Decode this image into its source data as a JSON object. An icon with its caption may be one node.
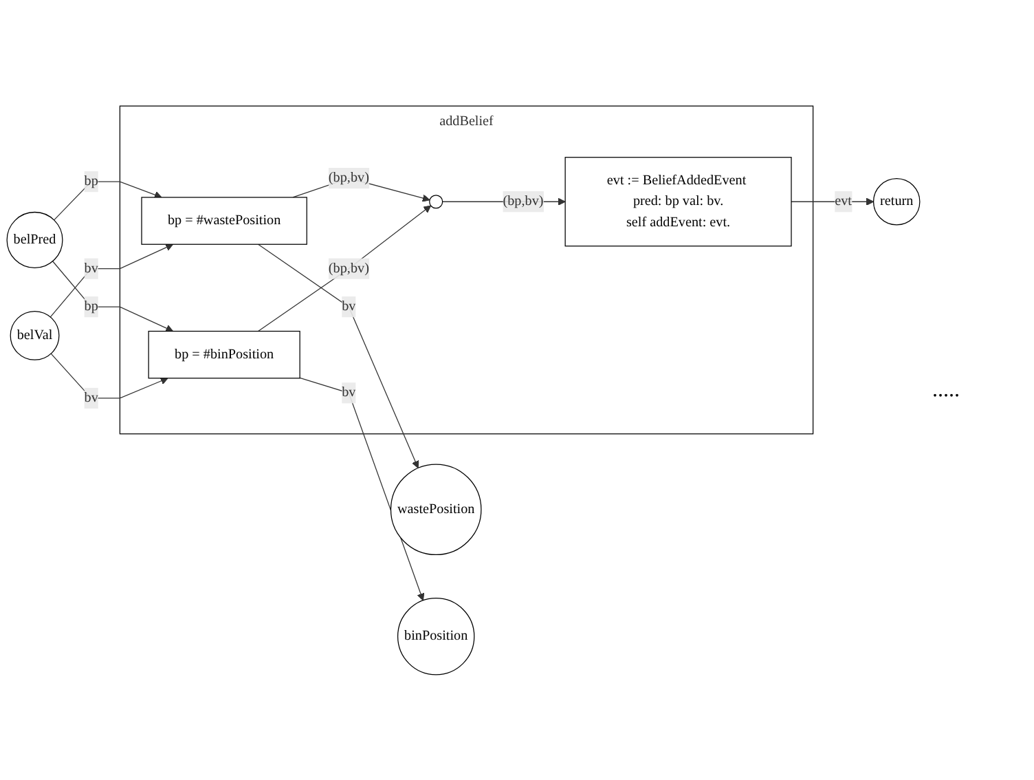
{
  "diagram": {
    "nodes": [
      {
        "text": [
          "addBelief"
        ]
      },
      {
        "text": [
          "belPred"
        ]
      },
      {
        "text": [
          "belVal"
        ]
      },
      {
        "text": [
          "wastePosition"
        ]
      },
      {
        "text": [
          "binPosition"
        ]
      },
      {
        "text": [
          "bp = #wastePosition"
        ],
        "in": 0
      },
      {
        "text": [
          "bp = #binPosition"
        ],
        "in": 0
      },
      {
        "text": [],
        "shape": "circle",
        "in": 0
      },
      {
        "text": [
          "evt := BeliefAddedEvent pred: bp val: bv.",
          "self addEvent: evt."
        ],
        "in": 0
      },
      {
        "text": [
          "return"
        ]
      }
    ],
    "edges": [
      {
        "from": 1,
        "to": 5,
        "arrow": "to",
        "label": "bp"
      },
      {
        "from": 2,
        "to": 5,
        "arrow": "to",
        "label": "bv"
      },
      {
        "from": 1,
        "to": 6,
        "arrow": "to",
        "label": "bp"
      },
      {
        "from": 2,
        "to": 6,
        "arrow": "to",
        "label": "bv"
      },
      {
        "from": 5,
        "to": 3,
        "arrow": "to",
        "label": "bv"
      },
      {
        "from": 6,
        "to": 4,
        "arrow": "to",
        "label": "bv"
      },
      {
        "from": 5,
        "to": 7,
        "arrow": "to",
        "label": "(bp,bv)"
      },
      {
        "from": 6,
        "to": 7,
        "arrow": "to",
        "label": "(bp,bv)"
      },
      {
        "from": 7,
        "to": 8,
        "arrow": "to",
        "label": "(bp,bv)"
      },
      {
        "from": 8,
        "to": 9,
        "arrow": "to",
        "label": "evt"
      }
    ],
    "labels": [
      "....."
    ]
  }
}
